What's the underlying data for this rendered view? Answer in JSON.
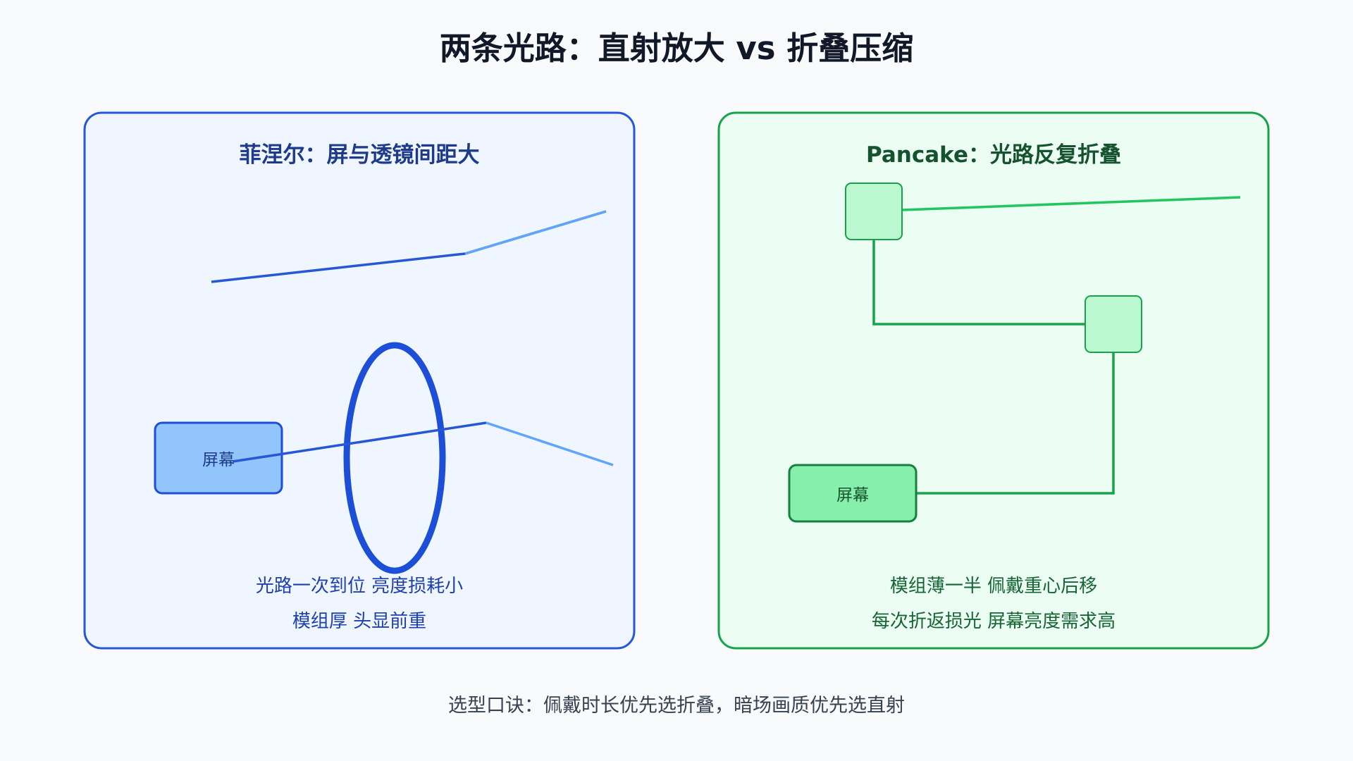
{
  "title": "两条光路：直射放大 vs 折叠压缩",
  "footer": "选型口诀：佩戴时长优先选折叠，暗场画质优先选直射",
  "fresnel": {
    "title": "菲涅尔：屏与透镜间距大",
    "screen_label": "屏幕",
    "caption_1": "光路一次到位 亮度损耗小",
    "caption_2": "模组厚 头显前重",
    "colors": {
      "border": "#2557d6",
      "fill": "#eff6ff",
      "title": "#1e3a8a",
      "caption": "#1e40af",
      "ray": "#2557d6",
      "ray_light": "#60a5fa",
      "screen_fill": "#93c5fd",
      "lens": "#1d4ed8"
    }
  },
  "pancake": {
    "title": "Pancake：光路反复折叠",
    "screen_label": "屏幕",
    "caption_1": "模组薄一半 佩戴重心后移",
    "caption_2": "每次折返损光 屏幕亮度需求高",
    "colors": {
      "border": "#16a34a",
      "fill": "#ecfdf3",
      "title": "#14532d",
      "caption": "#166534",
      "path": "#16a34a",
      "ray": "#22c55e",
      "screen_fill": "#86efac",
      "mirror_fill": "#bbf7d0"
    }
  }
}
